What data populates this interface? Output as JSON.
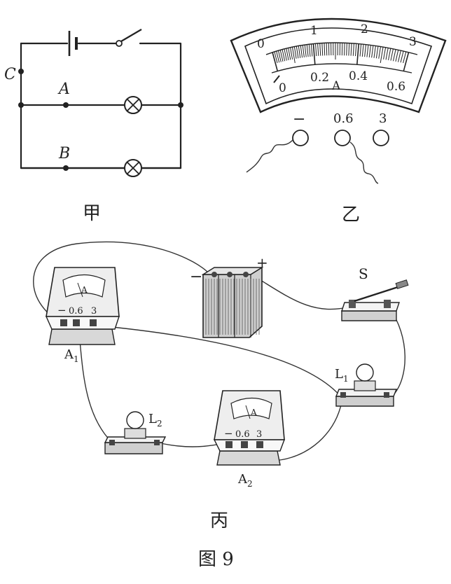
{
  "figure": {
    "caption": "图 9"
  },
  "schematic": {
    "panel_label": "甲",
    "points": [
      {
        "key": "C",
        "label": "C"
      },
      {
        "key": "A",
        "label": "A"
      },
      {
        "key": "B",
        "label": "B"
      }
    ]
  },
  "meter": {
    "panel_label": "乙",
    "unit": "A",
    "top_scale": [
      "0",
      "1",
      "2",
      "3"
    ],
    "bottom_scale": [
      "0",
      "0.2",
      "0.4",
      "0.6"
    ],
    "terminals": [
      "−",
      "0.6",
      "3"
    ]
  },
  "circuit": {
    "panel_label": "丙",
    "battery": {
      "neg": "−",
      "pos": "+"
    },
    "switch_label": "S",
    "ammeter1": {
      "label": "A",
      "sub": "1",
      "face_unit": "A",
      "terminals": [
        "−",
        "0.6",
        "3"
      ]
    },
    "ammeter2": {
      "label": "A",
      "sub": "2",
      "face_unit": "A",
      "terminals": [
        "−",
        "0.6",
        "3"
      ]
    },
    "lamp1": {
      "label": "L",
      "sub": "1"
    },
    "lamp2": {
      "label": "L",
      "sub": "2"
    }
  }
}
